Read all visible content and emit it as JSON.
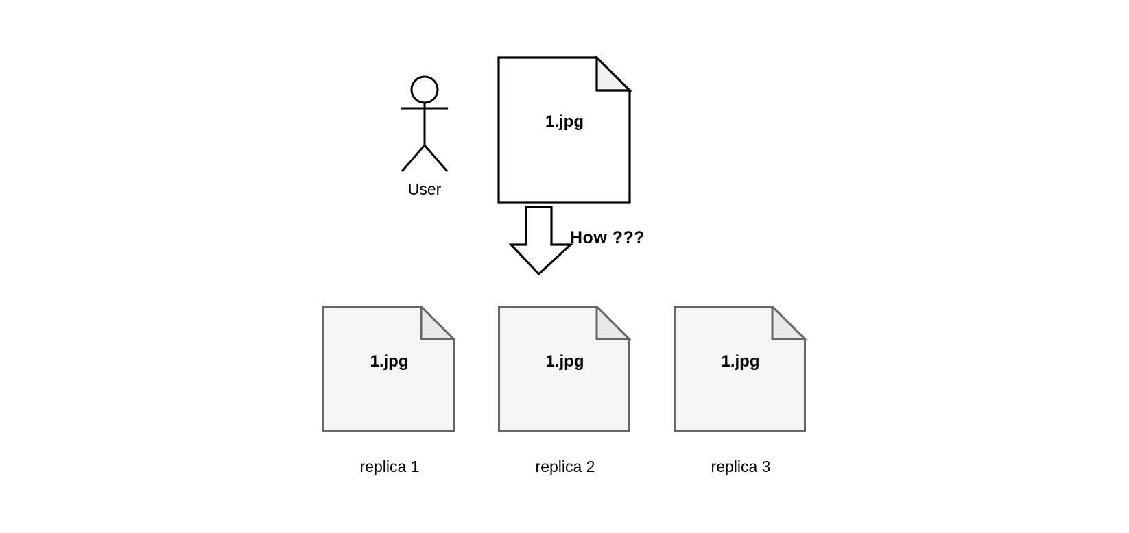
{
  "diagram": {
    "background_color": "#ffffff",
    "source": {
      "actor": {
        "icon": "stick-figure-user-icon",
        "label": "User"
      },
      "file": {
        "name": "1.jpg",
        "fill_color": "#ffffff",
        "fold_color": "#f0f0f0",
        "stroke_color": "#000000"
      }
    },
    "connector": {
      "icon": "down-block-arrow-icon",
      "fill_color": "#ffffff",
      "stroke_color": "#000000",
      "annotation": "How ???"
    },
    "replicas": [
      {
        "name": "1.jpg",
        "caption": "replica 1",
        "fill_color": "#f5f5f5",
        "fold_color": "#e8e8e8",
        "stroke_color": "#666666"
      },
      {
        "name": "1.jpg",
        "caption": "replica 2",
        "fill_color": "#f5f5f5",
        "fold_color": "#e8e8e8",
        "stroke_color": "#666666"
      },
      {
        "name": "1.jpg",
        "caption": "replica 3",
        "fill_color": "#f5f5f5",
        "fold_color": "#e8e8e8",
        "stroke_color": "#666666"
      }
    ]
  }
}
